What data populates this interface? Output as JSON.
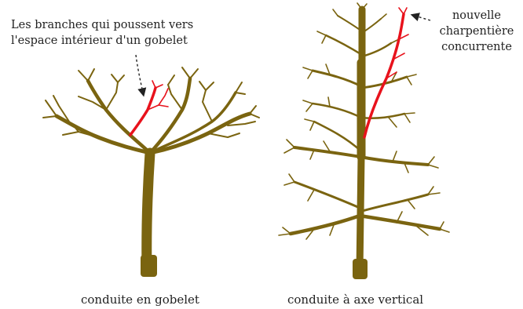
{
  "annotations": {
    "inner_branches": [
      "Les branches qui poussent vers",
      "l'espace intérieur d'un gobelet"
    ],
    "competing_leader": [
      "nouvelle",
      "charpentière",
      "concurrente"
    ]
  },
  "captions": {
    "vase": "conduite en gobelet",
    "central_leader": "conduite à axe vertical"
  },
  "colors": {
    "wood": "#7a6410",
    "highlight": "#e8121c",
    "text": "#222222"
  }
}
